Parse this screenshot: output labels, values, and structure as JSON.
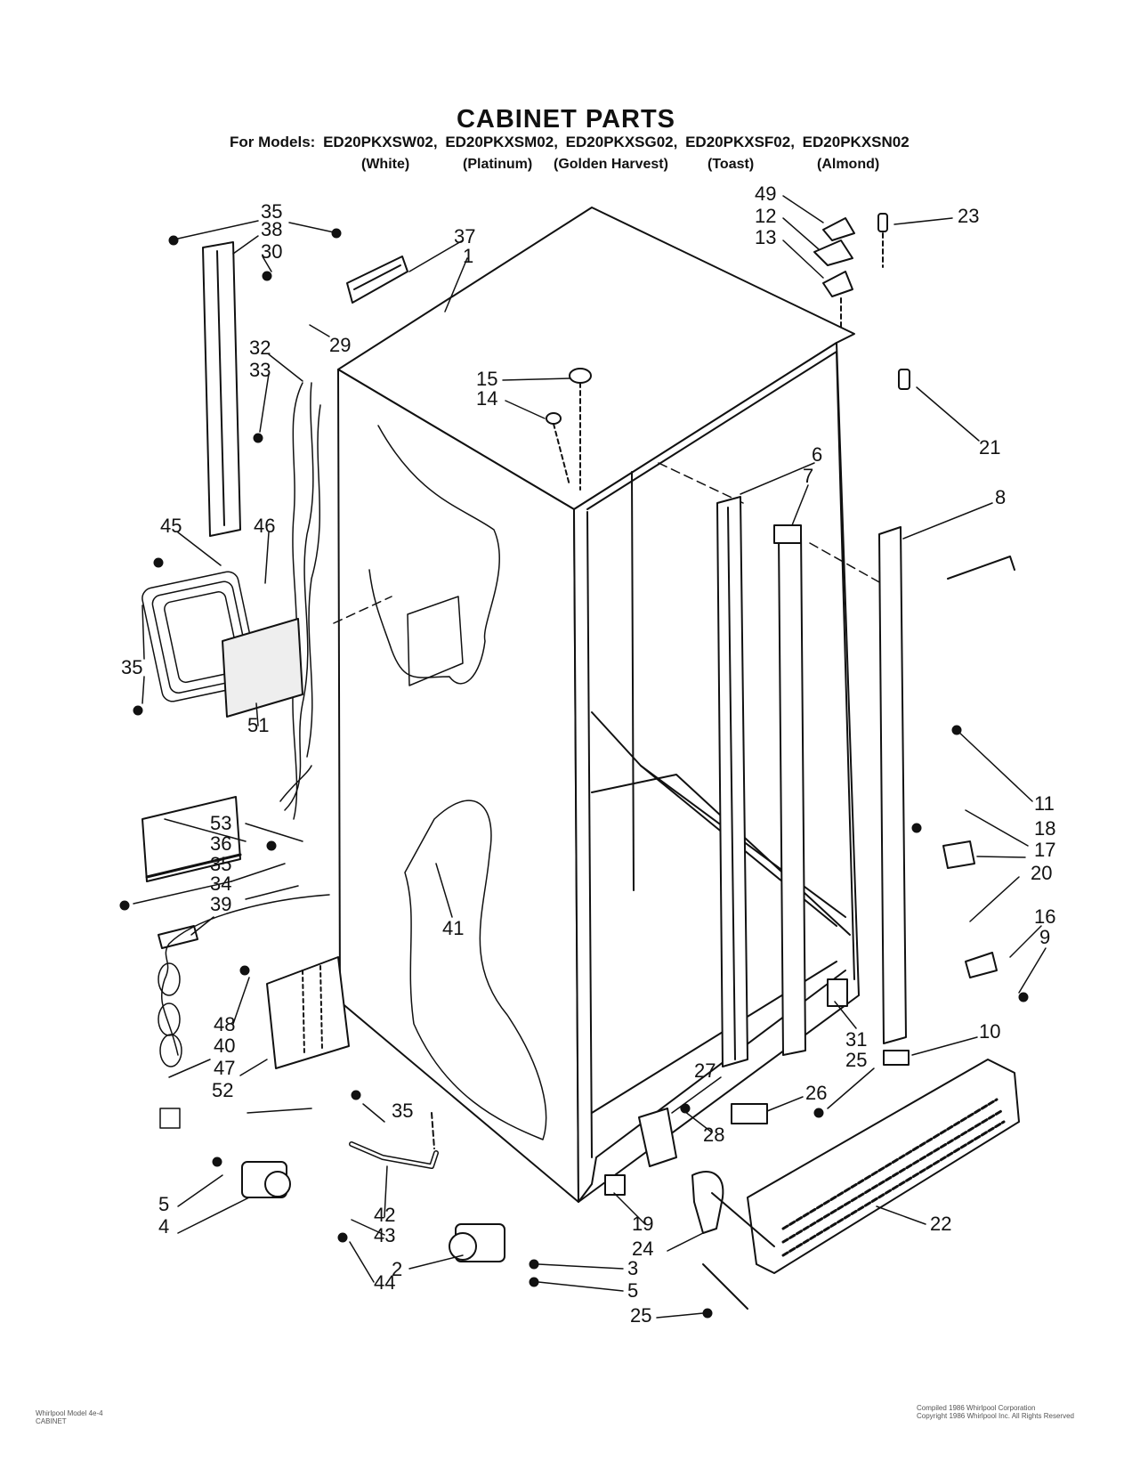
{
  "header": {
    "title": "CABINET PARTS",
    "for_models_label": "For Models:",
    "models": [
      "ED20PKXSW02,",
      "ED20PKXSM02,",
      "ED20PKXSG02,",
      "ED20PKXSF02,",
      "ED20PKXSN02"
    ],
    "colors": [
      "(White)",
      "(Platinum)",
      "(Golden Harvest)",
      "(Toast)",
      "(Almond)"
    ]
  },
  "callouts": [
    "35",
    "38",
    "30",
    "37",
    "1",
    "29",
    "32",
    "33",
    "45",
    "46",
    "35",
    "51",
    "53",
    "36",
    "35",
    "34",
    "39",
    "48",
    "40",
    "47",
    "52",
    "35",
    "5",
    "4",
    "42",
    "43",
    "44",
    "2",
    "3",
    "5",
    "25",
    "41",
    "15",
    "14",
    "49",
    "12",
    "13",
    "23",
    "21",
    "6",
    "7",
    "8",
    "11",
    "18",
    "17",
    "20",
    "16",
    "9",
    "31",
    "25",
    "10",
    "27",
    "26",
    "28",
    "19",
    "24",
    "22"
  ],
  "footer": {
    "left_line1": "Whirlpool Model 4e-4",
    "left_line2": "CABINET",
    "right_line1": "Compiled 1986 Whirlpool Corporation",
    "right_line2": "Copyright 1986 Whirlpool Inc. All Rights Reserved"
  }
}
